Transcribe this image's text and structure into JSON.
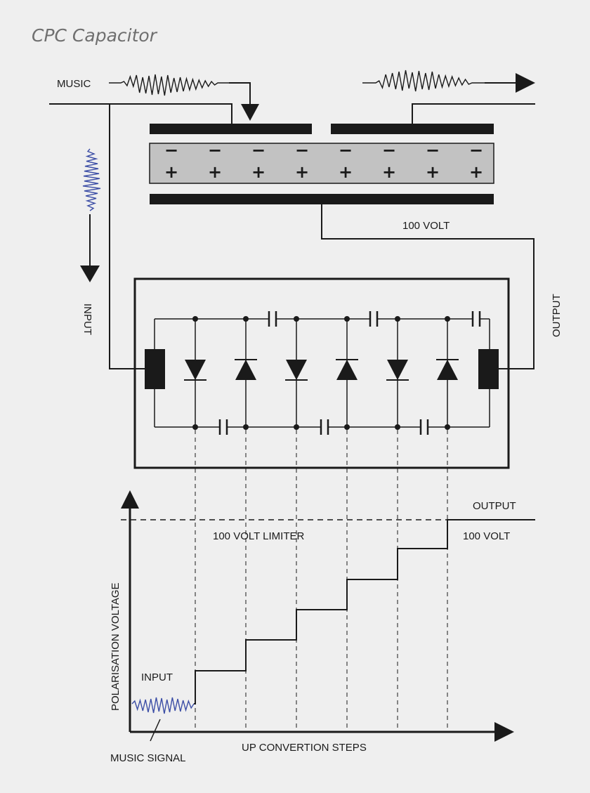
{
  "title": "CPC Capacitor",
  "labels": {
    "music": "MUSIC",
    "volt_top": "100 VOLT",
    "input_side": "INPUT",
    "output_side": "OUTPUT",
    "output_graph": "OUTPUT",
    "limiter": "100 VOLT LIMITER",
    "volt_graph": "100 VOLT",
    "input_graph": "INPUT",
    "y_axis": "POLARISATION  VOLTAGE",
    "x_axis": "UP CONVERTION STEPS",
    "music_signal": "MUSIC SIGNAL"
  },
  "dielectric": {
    "minus_sign": "−",
    "plus_sign": "+",
    "count": 8
  },
  "multiplier": {
    "diodes": [
      "up",
      "down",
      "up",
      "down",
      "up",
      "down"
    ]
  },
  "colors": {
    "ink": "#1a1a1a",
    "background": "#efefef",
    "dielectric": "#c2c2c2",
    "signal_blue": "#3c4ea6",
    "title_gray": "#6f6f6f"
  }
}
